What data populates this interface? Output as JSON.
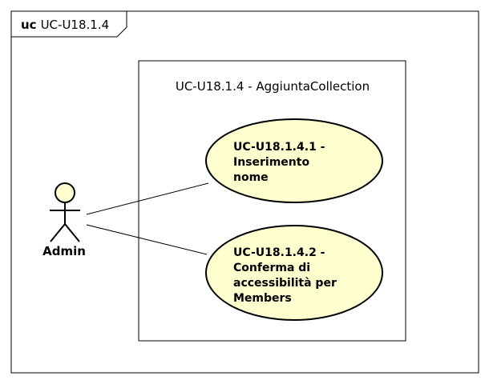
{
  "frame": {
    "keyword": "uc",
    "name": "UC-U18.1.4"
  },
  "system": {
    "title": "UC-U18.1.4 - AggiuntaCollection"
  },
  "actor": {
    "name": "Admin"
  },
  "use_cases": [
    {
      "lines": [
        "UC-U18.1.4.1 -",
        "Inserimento",
        "nome"
      ]
    },
    {
      "lines": [
        "UC-U18.1.4.2 -",
        "Conferma di",
        "accessibilità per",
        "Members"
      ]
    }
  ],
  "colors": {
    "use_case_fill": "#FEFECE",
    "actor_fill": "#FEFECE",
    "stroke": "#000000",
    "background": "#FFFFFF"
  }
}
